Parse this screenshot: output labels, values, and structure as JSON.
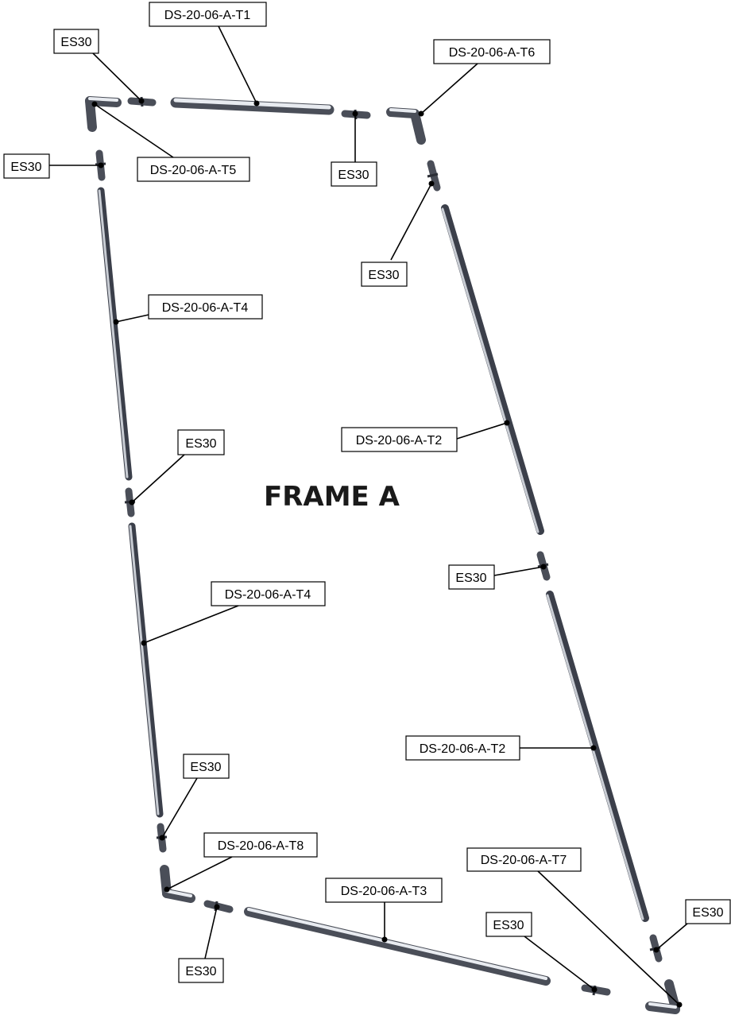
{
  "title": "FRAME A",
  "labels": {
    "t1": "DS-20-06-A-T1",
    "t2_upper": "DS-20-06-A-T2",
    "t2_lower": "DS-20-06-A-T2",
    "t3": "DS-20-06-A-T3",
    "t4_upper": "DS-20-06-A-T4",
    "t4_lower": "DS-20-06-A-T4",
    "t5": "DS-20-06-A-T5",
    "t6": "DS-20-06-A-T6",
    "t7": "DS-20-06-A-T7",
    "t8": "DS-20-06-A-T8",
    "es_top_left": "ES30",
    "es_left_upper": "ES30",
    "es_top_mid": "ES30",
    "es_right_upper": "ES30",
    "es_left_mid": "ES30",
    "es_right_mid": "ES30",
    "es_left_lower": "ES30",
    "es_bottom_left": "ES30",
    "es_bottom_mid": "ES30",
    "es_bottom_right": "ES30"
  },
  "colors": {
    "tube_light": "#e6e9ee",
    "tube_mid": "#a6abb5",
    "tube_dark": "#3b3f4a",
    "line": "#000000"
  }
}
